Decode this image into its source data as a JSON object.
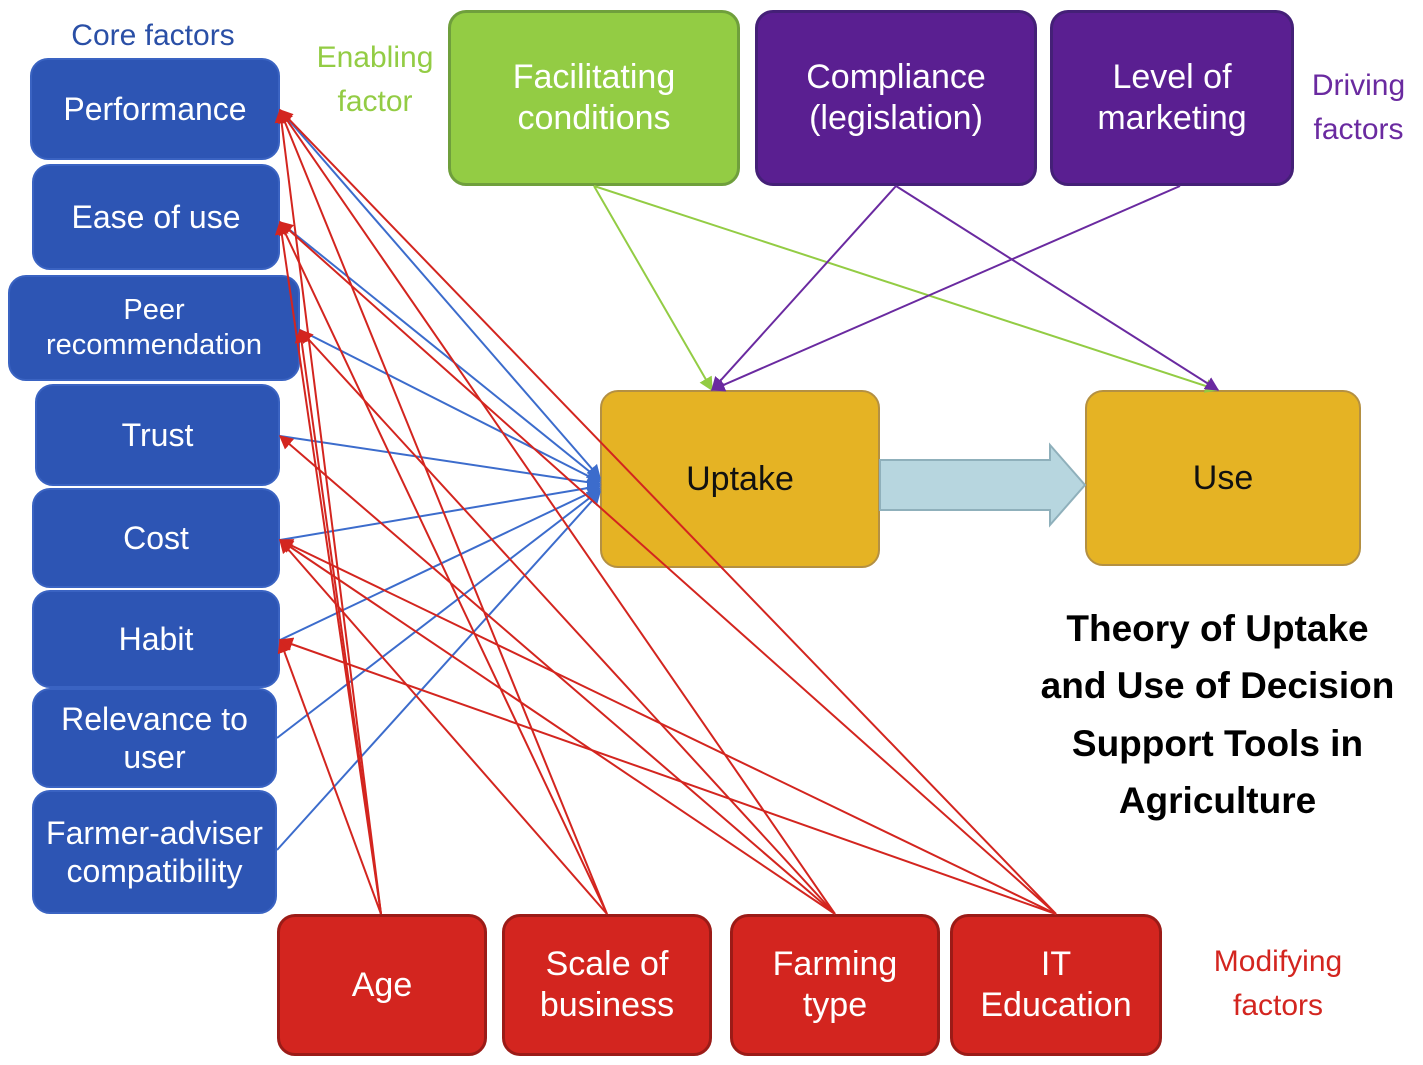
{
  "title": [
    "Theory of Uptake",
    "and Use of Decision",
    "Support Tools in",
    "Agriculture"
  ],
  "group_labels": {
    "core": "Core factors",
    "enabling": [
      "Enabling",
      "factor"
    ],
    "driving": [
      "Driving",
      "factors"
    ],
    "modifying": [
      "Modifying",
      "factors"
    ]
  },
  "core_factors": [
    "Performance",
    "Ease of use",
    "Peer recommendation",
    "Trust",
    "Cost",
    "Habit",
    "Relevance to user",
    "Farmer-adviser compatibility"
  ],
  "enabling_factors": [
    "Facilitating conditions"
  ],
  "driving_factors": [
    "Compliance (legislation)",
    "Level of marketing"
  ],
  "modifying_factors": [
    "Age",
    "Scale of business",
    "Farming type",
    "IT Education"
  ],
  "outcomes": [
    "Uptake",
    "Use"
  ],
  "colors": {
    "core": "#2d55b4",
    "enabling": "#93cc44",
    "driving": "#5a1f91",
    "modifying": "#d3251f",
    "outcome": "#e5b324",
    "uptake_to_use_arrow": "#b7d6df",
    "core_edge": "#3c6ccc",
    "modifying_edge": "#d3251f"
  },
  "edges": {
    "core_to_uptake": [
      "Performance",
      "Ease of use",
      "Peer recommendation",
      "Trust",
      "Cost",
      "Habit",
      "Relevance to user",
      "Farmer-adviser compatibility"
    ],
    "enabling_to": [
      [
        "Facilitating conditions",
        "Uptake"
      ],
      [
        "Facilitating conditions",
        "Use"
      ]
    ],
    "driving_to": [
      [
        "Compliance (legislation)",
        "Uptake"
      ],
      [
        "Compliance (legislation)",
        "Use"
      ],
      [
        "Level of marketing",
        "Uptake"
      ]
    ],
    "modifying_to_core": [
      [
        "Age",
        "Performance"
      ],
      [
        "Age",
        "Ease of use"
      ],
      [
        "Age",
        "Peer recommendation"
      ],
      [
        "Age",
        "Habit"
      ],
      [
        "Scale of business",
        "Performance"
      ],
      [
        "Scale of business",
        "Ease of use"
      ],
      [
        "Scale of business",
        "Cost"
      ],
      [
        "Farming type",
        "Performance"
      ],
      [
        "Farming type",
        "Peer recommendation"
      ],
      [
        "Farming type",
        "Trust"
      ],
      [
        "Farming type",
        "Cost"
      ],
      [
        "IT Education",
        "Performance"
      ],
      [
        "IT Education",
        "Ease of use"
      ],
      [
        "IT Education",
        "Cost"
      ],
      [
        "IT Education",
        "Habit"
      ]
    ],
    "uptake_to_use": true
  }
}
